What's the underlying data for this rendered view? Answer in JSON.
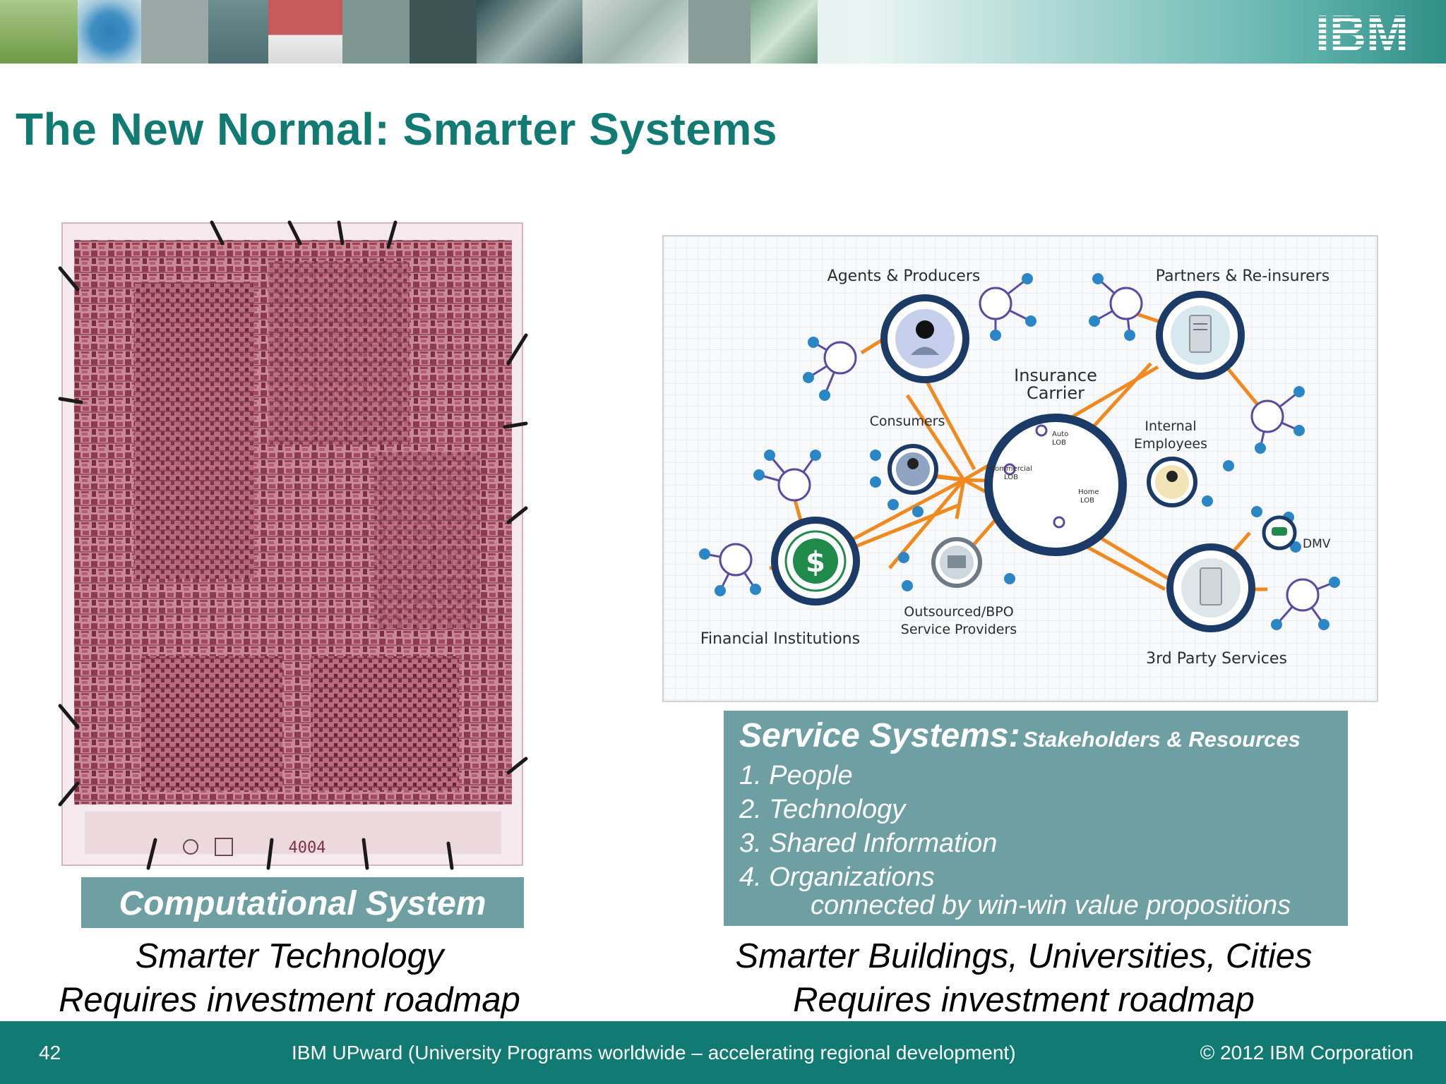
{
  "banner": {
    "logo": "IBM",
    "logo_icon": "ibm-logo-icon"
  },
  "title": "The New Normal: Smarter Systems",
  "left": {
    "chip_label": "4004",
    "caption": "Computational System",
    "line1": "Smarter Technology",
    "line2": "Requires investment roadmap"
  },
  "diagram": {
    "center": [
      "Insurance",
      "Carrier"
    ],
    "center_sub": [
      "Auto",
      "LOB",
      "Commercial",
      "LOB",
      "Home",
      "LOB"
    ],
    "nodes": {
      "agents": "Agents & Producers",
      "partners": "Partners & Re-insurers",
      "consumers": "Consumers",
      "internal": [
        "Internal",
        "Employees"
      ],
      "financial": "Financial Institutions",
      "bpo": [
        "Outsourced/BPO",
        "Service Providers"
      ],
      "third": "3rd Party Services",
      "dmv": "DMV"
    },
    "colors": {
      "hub": "#1b3a66",
      "link": "#f0891e",
      "accent": "#2b86c5"
    }
  },
  "service": {
    "heading": "Service Systems:",
    "subheading": "Stakeholders & Resources",
    "items": [
      "1. People",
      "2. Technology",
      "3. Shared Information",
      "4. Organizations"
    ],
    "sub": "connected by win-win value propositions",
    "line1": "Smarter Buildings, Universities, Cities",
    "line2": "Requires investment roadmap"
  },
  "footer": {
    "page": "42",
    "center": "IBM UPward (University Programs worldwide – accelerating regional development)",
    "right": "© 2012 IBM Corporation"
  },
  "theme": {
    "teal": "#117a73",
    "box": "#6e9fa2"
  }
}
